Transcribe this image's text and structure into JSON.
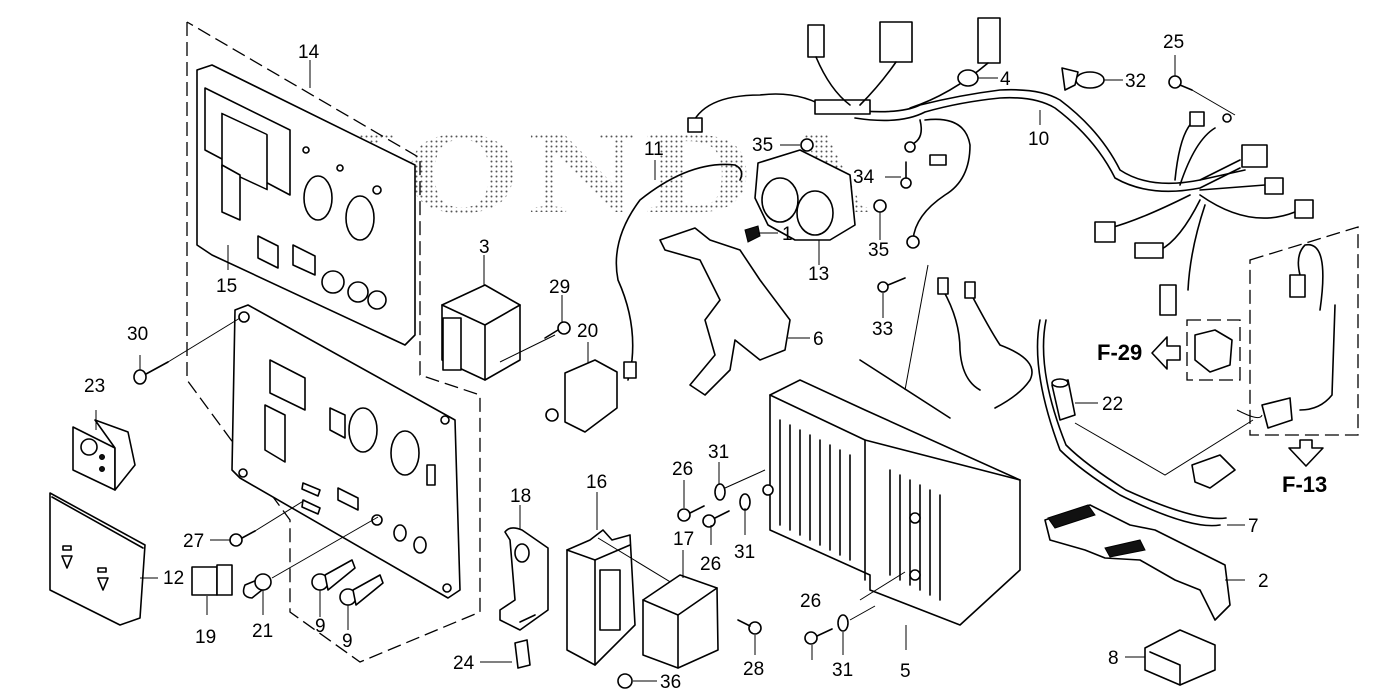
{
  "diagram": {
    "type": "exploded-parts-diagram",
    "watermark": "HONDA",
    "callouts": [
      {
        "id": "c1",
        "label": "1"
      },
      {
        "id": "c2",
        "label": "2"
      },
      {
        "id": "c3",
        "label": "3"
      },
      {
        "id": "c4",
        "label": "4"
      },
      {
        "id": "c5",
        "label": "5"
      },
      {
        "id": "c6",
        "label": "6"
      },
      {
        "id": "c7",
        "label": "7"
      },
      {
        "id": "c8",
        "label": "8"
      },
      {
        "id": "c9a",
        "label": "9"
      },
      {
        "id": "c9b",
        "label": "9"
      },
      {
        "id": "c10",
        "label": "10"
      },
      {
        "id": "c11",
        "label": "11"
      },
      {
        "id": "c12",
        "label": "12"
      },
      {
        "id": "c13",
        "label": "13"
      },
      {
        "id": "c14",
        "label": "14"
      },
      {
        "id": "c15",
        "label": "15"
      },
      {
        "id": "c16",
        "label": "16"
      },
      {
        "id": "c17",
        "label": "17"
      },
      {
        "id": "c18",
        "label": "18"
      },
      {
        "id": "c19",
        "label": "19"
      },
      {
        "id": "c20",
        "label": "20"
      },
      {
        "id": "c21",
        "label": "21"
      },
      {
        "id": "c22",
        "label": "22"
      },
      {
        "id": "c23",
        "label": "23"
      },
      {
        "id": "c24",
        "label": "24"
      },
      {
        "id": "c25",
        "label": "25"
      },
      {
        "id": "c26a",
        "label": "26"
      },
      {
        "id": "c26b",
        "label": "26"
      },
      {
        "id": "c26c",
        "label": "26"
      },
      {
        "id": "c27",
        "label": "27"
      },
      {
        "id": "c28",
        "label": "28"
      },
      {
        "id": "c29",
        "label": "29"
      },
      {
        "id": "c30",
        "label": "30"
      },
      {
        "id": "c31a",
        "label": "31"
      },
      {
        "id": "c31b",
        "label": "31"
      },
      {
        "id": "c31c",
        "label": "31"
      },
      {
        "id": "c32",
        "label": "32"
      },
      {
        "id": "c33",
        "label": "33"
      },
      {
        "id": "c34",
        "label": "34"
      },
      {
        "id": "c35a",
        "label": "35"
      },
      {
        "id": "c35b",
        "label": "35"
      },
      {
        "id": "c36",
        "label": "36"
      }
    ],
    "references": [
      {
        "id": "ref-f29",
        "label": "F-29",
        "direction": "left"
      },
      {
        "id": "ref-f13",
        "label": "F-13",
        "direction": "down"
      }
    ]
  }
}
